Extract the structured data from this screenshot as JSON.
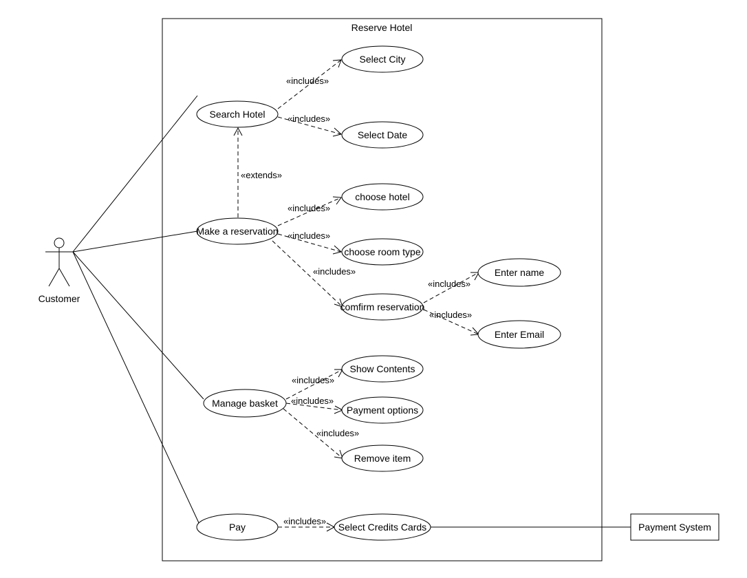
{
  "system": {
    "title": "Reserve Hotel"
  },
  "actor": {
    "name": "Customer"
  },
  "external_system": {
    "name": "Payment System"
  },
  "use_cases": {
    "search_hotel": "Search Hotel",
    "select_city": "Select City",
    "select_date": "Select Date",
    "make_reservation": "Make a reservation",
    "choose_hotel": "choose hotel",
    "choose_room_type": "choose room type",
    "confirm_reservation": "comfirm reservation",
    "enter_name": "Enter name",
    "enter_email": "Enter Email",
    "manage_basket": "Manage basket",
    "show_contents": "Show Contents",
    "payment_options": "Payment options",
    "remove_item": "Remove item",
    "pay": "Pay",
    "select_credit_cards": "Select Credits Cards"
  },
  "relationships": {
    "includes": "«includes»",
    "extends": "«extends»"
  }
}
